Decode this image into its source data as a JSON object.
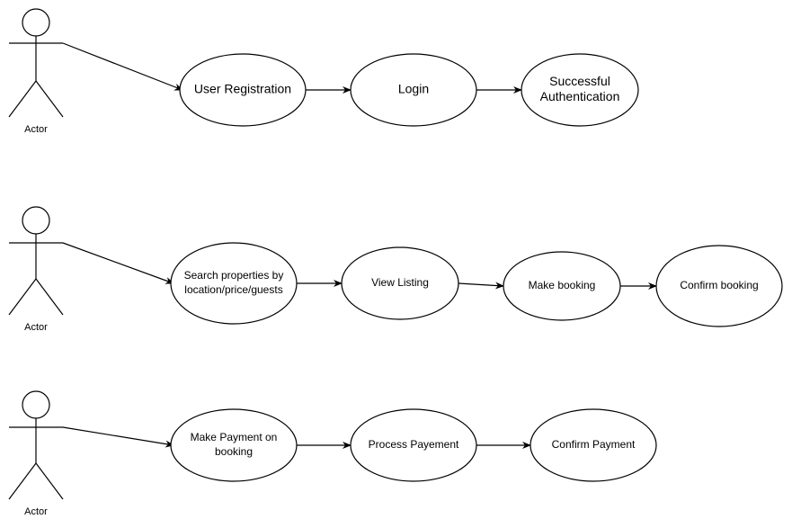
{
  "colors": {
    "background": "#ffffff",
    "stroke": "#000000",
    "text": "#000000"
  },
  "rows": [
    {
      "actor": {
        "label": "Actor",
        "icon": "stick-figure-icon"
      },
      "use_cases": [
        {
          "id": "user-registration",
          "lines": [
            "User Registration"
          ]
        },
        {
          "id": "login",
          "lines": [
            "Login"
          ]
        },
        {
          "id": "successful-authentication",
          "lines": [
            "Successful",
            "Authentication"
          ]
        }
      ]
    },
    {
      "actor": {
        "label": "Actor",
        "icon": "stick-figure-icon"
      },
      "use_cases": [
        {
          "id": "search-properties",
          "lines": [
            "Search properties by",
            "location/price/guests"
          ]
        },
        {
          "id": "view-listing",
          "lines": [
            "View Listing"
          ]
        },
        {
          "id": "make-booking",
          "lines": [
            "Make booking"
          ]
        },
        {
          "id": "confirm-booking",
          "lines": [
            "Confirm booking"
          ]
        }
      ]
    },
    {
      "actor": {
        "label": "Actor",
        "icon": "stick-figure-icon"
      },
      "use_cases": [
        {
          "id": "make-payment",
          "lines": [
            "Make Payment on",
            "booking"
          ]
        },
        {
          "id": "process-payement",
          "lines": [
            "Process Payement"
          ]
        },
        {
          "id": "confirm-payment",
          "lines": [
            "Confirm Payment"
          ]
        }
      ]
    }
  ]
}
